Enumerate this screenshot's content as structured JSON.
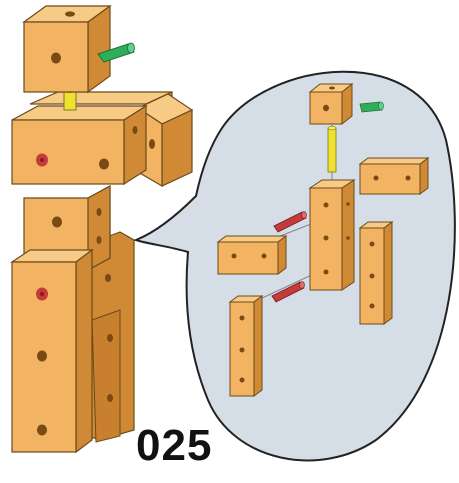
{
  "step": {
    "number": "025"
  },
  "colors": {
    "wood_front": "#f2b462",
    "wood_side": "#d08a35",
    "wood_top": "#f7cb85",
    "wood_edge": "#6b4a1c",
    "hole": "#7a4a15",
    "bubble_fill": "#d5dde7",
    "bubble_stroke": "#222222",
    "peg_green": "#2fae5a",
    "peg_yellow": "#f0e030",
    "peg_red": "#c63a3a",
    "guide_line": "#888888"
  },
  "icons": {
    "assembled": "assembled-robot-figure",
    "exploded": "exploded-parts-view",
    "callout": "speech-bubble"
  }
}
